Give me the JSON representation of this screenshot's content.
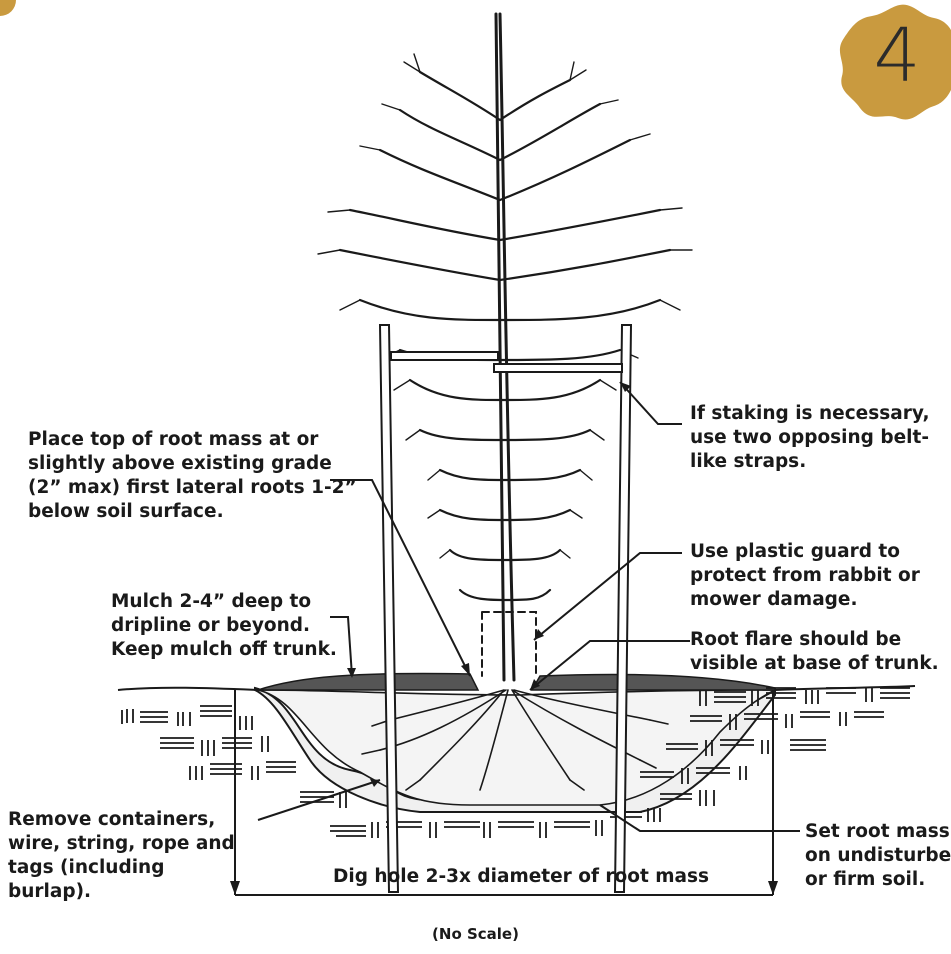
{
  "badge": {
    "number": "4",
    "color": "#c99a3f"
  },
  "colors": {
    "ink": "#1a1a1a",
    "soil_fill": "#f2f2f2",
    "accent": "#c99a3f"
  },
  "labels": {
    "root_mass_top": [
      "Place top of root mass at or",
      "slightly above existing grade",
      "(2” max) first lateral roots 1-2”",
      "below soil surface."
    ],
    "staking": [
      "If staking is necessary,",
      "use two opposing belt-",
      "like straps."
    ],
    "plastic_guard": [
      "Use plastic guard to",
      "protect from rabbit or",
      "mower damage."
    ],
    "mulch": [
      "Mulch 2-4” deep to",
      "dripline or beyond.",
      "Keep mulch off trunk."
    ],
    "root_flare": [
      "Root flare should be",
      "visible at base of trunk."
    ],
    "remove_containers": [
      "Remove containers,",
      "wire, string, rope and",
      "tags (including",
      "burlap)."
    ],
    "set_root_mass": [
      "Set root mass",
      "on undisturbed",
      "or firm soil."
    ],
    "dig_hole": "Dig hole 2-3x diameter of root mass",
    "no_scale": "(No Scale)"
  }
}
